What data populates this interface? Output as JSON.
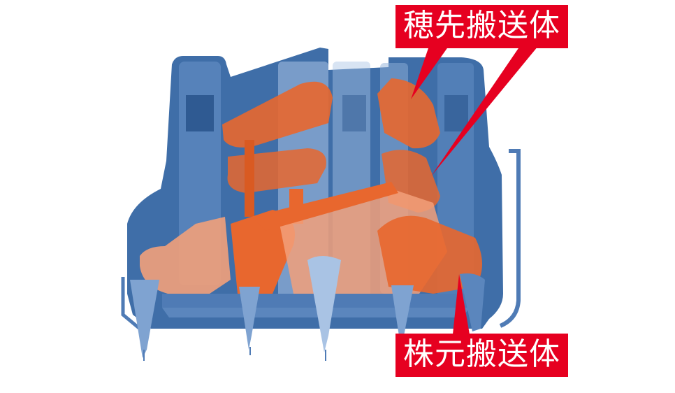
{
  "diagram": {
    "subject": "combine harvester reaping section (transparent view)",
    "colors": {
      "frame_blue": "#3f6ea8",
      "frame_blue_light": "#8fb0d8",
      "conveyor_orange": "#e8672e",
      "conveyor_orange_light": "#f2a07a",
      "callout_red": "#e60020",
      "label_text": "#ffffff",
      "background": "#ffffff"
    },
    "labels": {
      "top": "穂先搬送体",
      "bottom": "株元搬送体"
    },
    "callouts": {
      "top_targets": [
        [
          588,
          140
        ],
        [
          617,
          250
        ]
      ],
      "bottom_targets": [
        [
          657,
          395
        ]
      ]
    }
  }
}
